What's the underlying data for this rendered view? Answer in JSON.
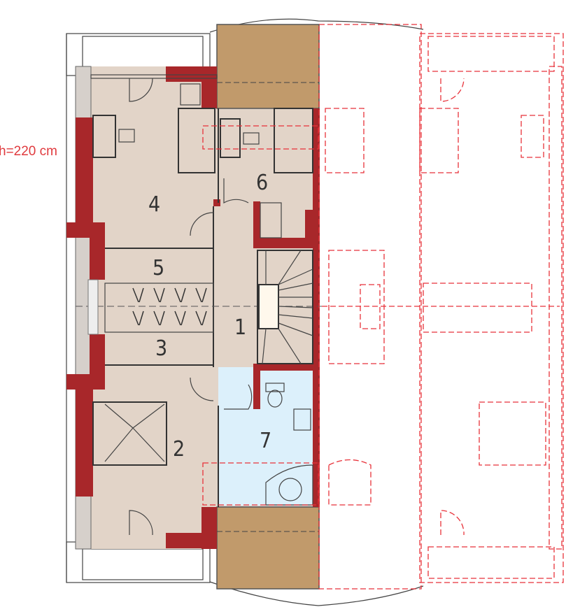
{
  "plan": {
    "height_label": "h=220 cm",
    "rooms": [
      {
        "number": "1"
      },
      {
        "number": "2"
      },
      {
        "number": "3"
      },
      {
        "number": "4"
      },
      {
        "number": "5"
      },
      {
        "number": "6"
      },
      {
        "number": "7"
      }
    ],
    "colors": {
      "wall": "#a8272a",
      "floor": "#e2d4c8",
      "bathroom": "#dcf0fb",
      "roof_deck": "#c19a6b",
      "balcony": "#ececec",
      "mirror_outline": "#e8323a"
    }
  }
}
